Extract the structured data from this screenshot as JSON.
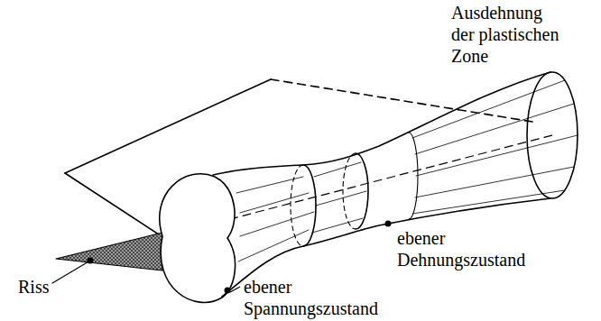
{
  "diagram": {
    "labels": [
      "Ausdehnung der plastischen Zone",
      "Riss",
      "ebener Dehnungszustand",
      "ebener Spannungszustand"
    ]
  }
}
